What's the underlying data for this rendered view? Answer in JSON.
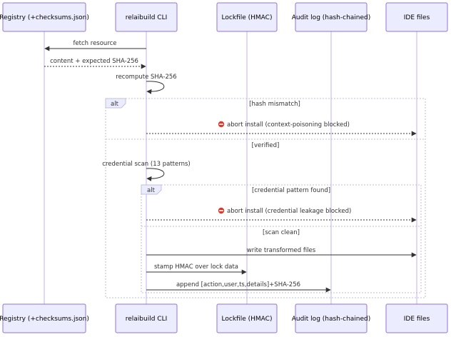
{
  "actors": [
    {
      "id": "registry",
      "label": "Registry (+checksums.json)"
    },
    {
      "id": "cli",
      "label": "relaibuild CLI"
    },
    {
      "id": "lockfile",
      "label": "Lockfile (HMAC)"
    },
    {
      "id": "audit",
      "label": "Audit log (hash-chained)"
    },
    {
      "id": "ide",
      "label": "IDE files"
    }
  ],
  "messages": [
    {
      "id": "m1",
      "from": "cli",
      "to": "registry",
      "text": "fetch resource",
      "style": "solid"
    },
    {
      "id": "m2",
      "from": "registry",
      "to": "cli",
      "text": "content + expected SHA-256",
      "style": "dashed"
    },
    {
      "id": "m3",
      "from": "cli",
      "to": "cli",
      "text": "recompute SHA-256",
      "style": "solid"
    },
    {
      "id": "m4",
      "from": "cli",
      "to": "ide",
      "text": "abort install (context-poisoning blocked)",
      "style": "dashed",
      "icon": "no-entry"
    },
    {
      "id": "m5",
      "from": "cli",
      "to": "cli",
      "text": "credential scan (13 patterns)",
      "style": "solid"
    },
    {
      "id": "m6",
      "from": "cli",
      "to": "ide",
      "text": "abort install (credential leakage blocked)",
      "style": "dashed",
      "icon": "no-entry"
    },
    {
      "id": "m7",
      "from": "cli",
      "to": "ide",
      "text": "write transformed files",
      "style": "solid"
    },
    {
      "id": "m8",
      "from": "cli",
      "to": "lockfile",
      "text": "stamp HMAC over lock data",
      "style": "solid"
    },
    {
      "id": "m9",
      "from": "cli",
      "to": "audit",
      "text": "append [action,user,ts,details]+SHA-256",
      "style": "solid"
    }
  ],
  "frames": [
    {
      "id": "outer",
      "tab": "alt",
      "conditions": [
        "[hash mismatch]",
        "[verified]"
      ]
    },
    {
      "id": "inner",
      "tab": "alt",
      "conditions": [
        "[credential pattern found]",
        "[scan clean]"
      ]
    }
  ],
  "colors": {
    "actor_fill": "#ECECFF",
    "actor_stroke": "#9370DB",
    "line": "#333333",
    "frame": "#bfbfdf",
    "no_entry": "#d93a2b"
  },
  "icons": {
    "no_entry": "no-entry-icon"
  }
}
